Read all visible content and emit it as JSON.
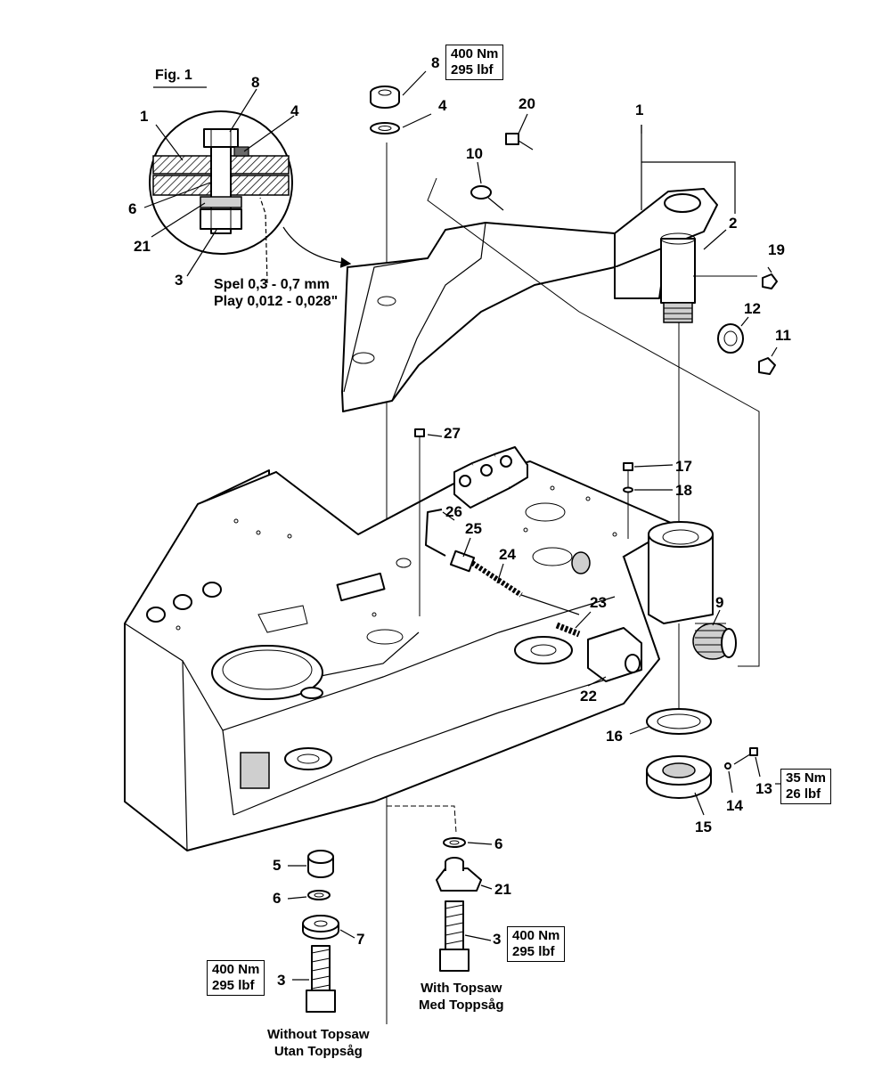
{
  "figure": {
    "fig_label": "Fig. 1",
    "play_note": {
      "line1": "Spel 0,3 - 0,7 mm",
      "line2": "Play 0,012 - 0,028\""
    }
  },
  "callouts": {
    "c1_fig": "1",
    "c8_fig": "8",
    "c4_fig": "4",
    "c6_fig": "6",
    "c21_fig": "21",
    "c3_fig": "3",
    "c8": "8",
    "c4": "4",
    "c20": "20",
    "c10": "10",
    "c1": "1",
    "c2": "2",
    "c19": "19",
    "c12": "12",
    "c11": "11",
    "c27": "27",
    "c17": "17",
    "c18": "18",
    "c26": "26",
    "c25": "25",
    "c24": "24",
    "c23": "23",
    "c9": "9",
    "c22": "22",
    "c16": "16",
    "c13": "13",
    "c14": "14",
    "c15": "15",
    "c6_right": "6",
    "c21": "21",
    "c3_right": "3",
    "c5": "5",
    "c6_left": "6",
    "c7": "7",
    "c3_left": "3"
  },
  "torque_specs": {
    "top": {
      "metric": "400 Nm",
      "imperial": "295 lbf"
    },
    "right": {
      "metric": "35 Nm",
      "imperial": "26 lbf"
    },
    "bolt_with_topsaw": {
      "metric": "400 Nm",
      "imperial": "295 lbf"
    },
    "bolt_without_topsaw": {
      "metric": "400 Nm",
      "imperial": "295 lbf"
    }
  },
  "variants": {
    "with_topsaw": {
      "line1": "With Topsaw",
      "line2": "Med Toppsåg"
    },
    "without_topsaw": {
      "line1": "Without Topsaw",
      "line2": "Utan Toppsåg"
    }
  }
}
